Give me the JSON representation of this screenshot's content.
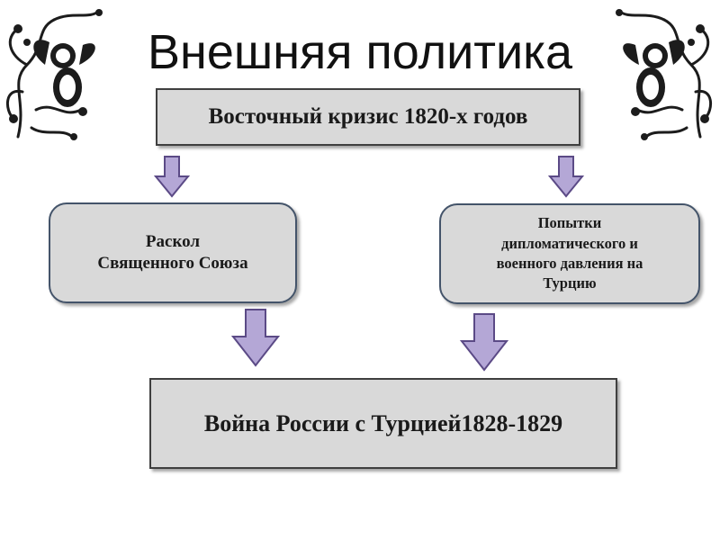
{
  "title": "Внешняя политика",
  "nodes": {
    "top": "Восточный кризис 1820-х годов",
    "left": "Раскол\nСвященного Союза",
    "right": "Попытки\nдипломатического и\nвоенного давления на\nТурцию",
    "bottom": "Война России с Турцией1828-1829"
  },
  "colors": {
    "box_fill": "#d9d9d9",
    "arrow_fill": "#b4a7d6",
    "arrow_stroke": "#5b4a86"
  },
  "decorations": [
    "cherub-ornament-left",
    "cherub-ornament-right"
  ]
}
